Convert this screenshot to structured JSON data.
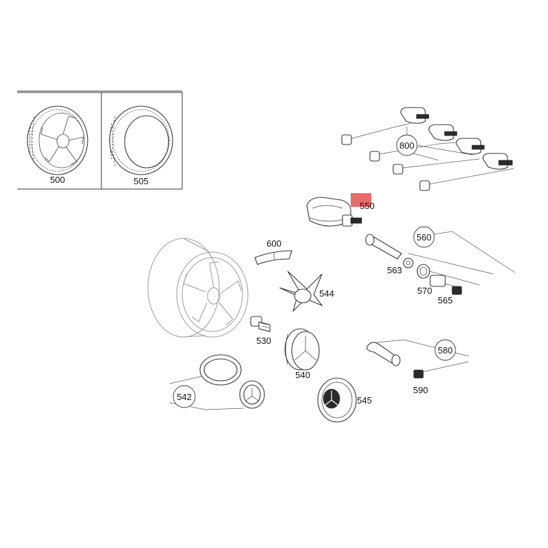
{
  "labels": {
    "p500": "500",
    "p505": "505",
    "p800": "800",
    "p550": "550",
    "p560": "560",
    "p600": "600",
    "p563": "563",
    "p544": "544",
    "p570": "570",
    "p565": "565",
    "p530": "530",
    "p580": "580",
    "p540": "540",
    "p590": "590",
    "p542": "542",
    "p545": "545"
  },
  "colors": {
    "highlight": "#e86a6a"
  }
}
